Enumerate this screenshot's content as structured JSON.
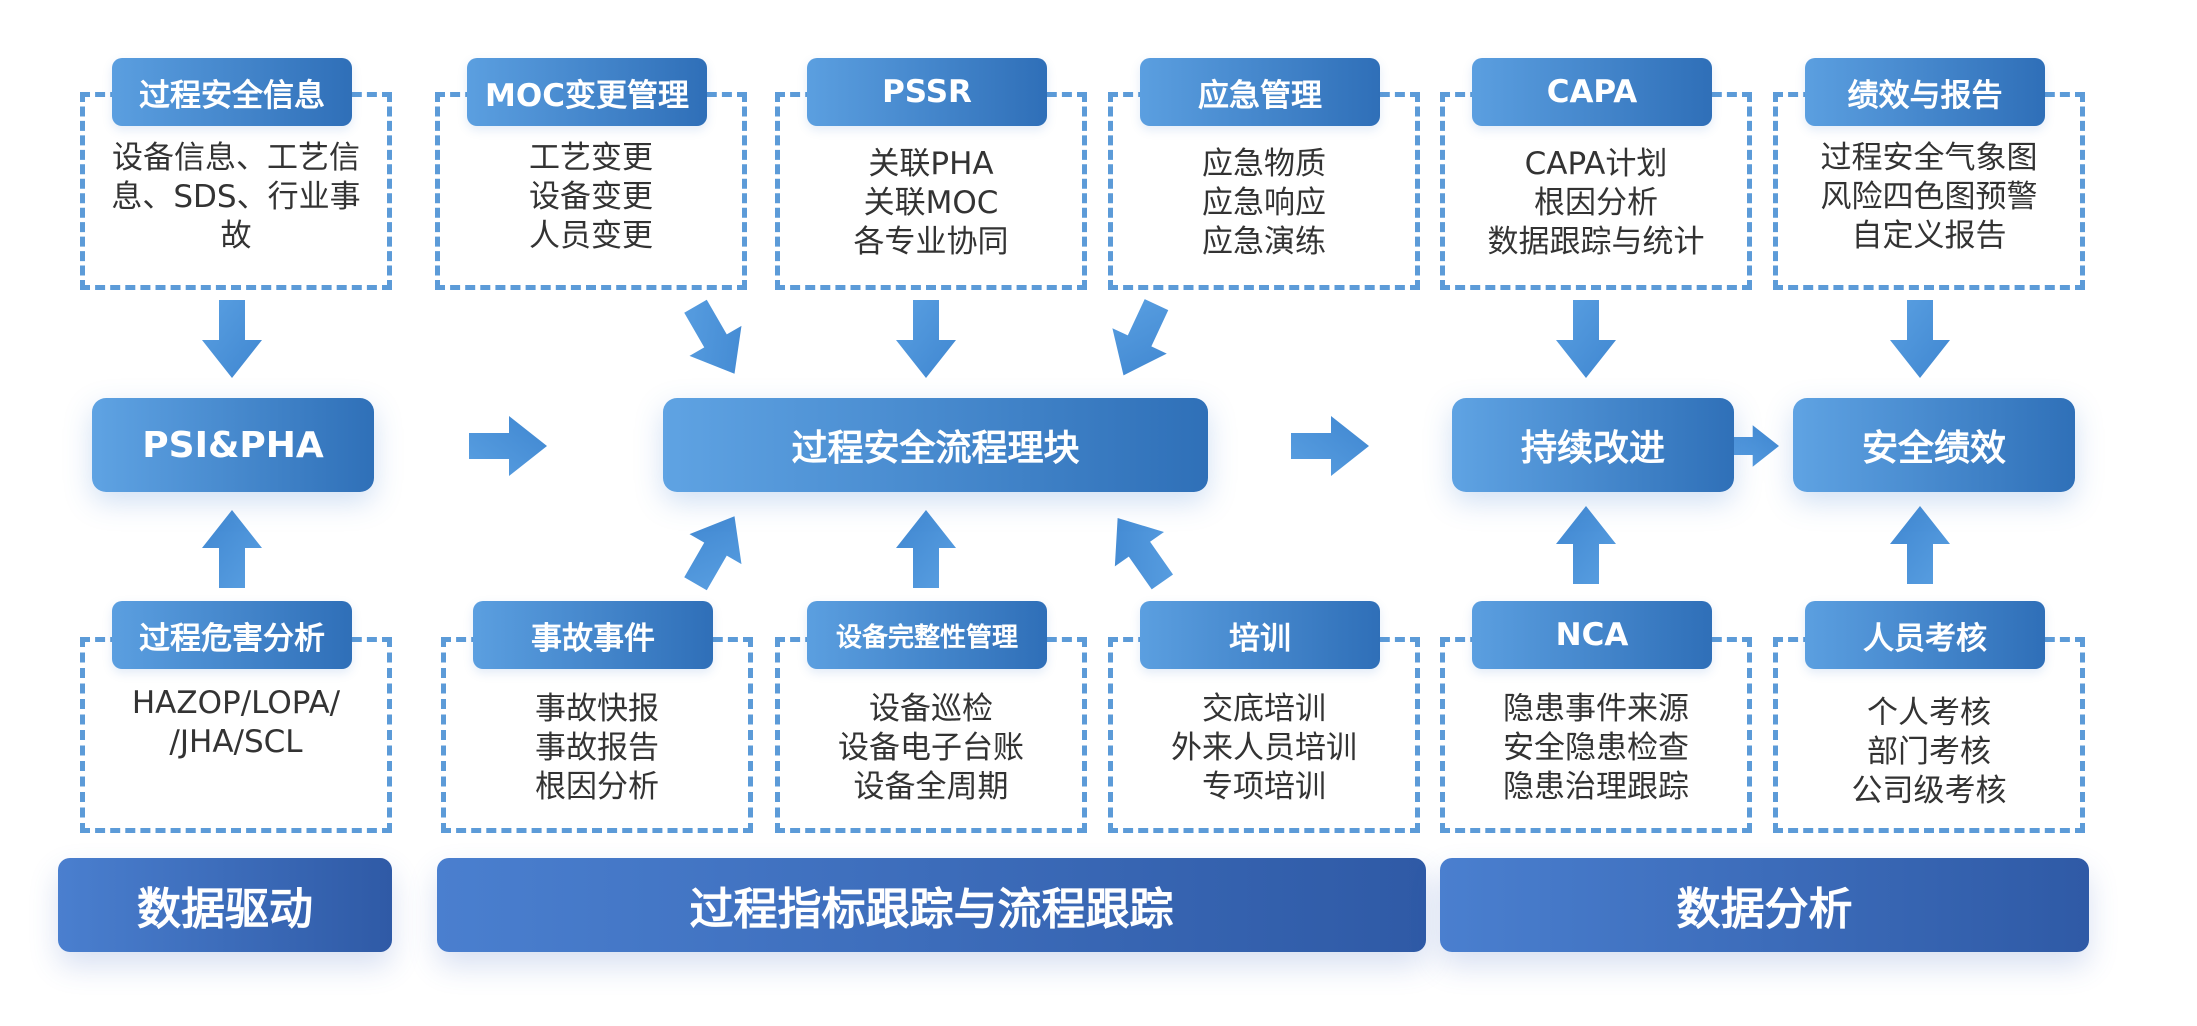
{
  "colors": {
    "accent": "#4a90d9",
    "dashed_border": "#5c9bd8",
    "band": "#3a6bc0",
    "text": "#333333"
  },
  "top_modules": [
    {
      "title": "过程安全信息",
      "body": "设备信息、工艺信\n息、SDS、行业事\n故"
    },
    {
      "title": "MOC变更管理",
      "body": "工艺变更\n设备变更\n人员变更"
    },
    {
      "title": "PSSR",
      "body": "关联PHA\n关联MOC\n各专业协同"
    },
    {
      "title": "应急管理",
      "body": "应急物质\n应急响应\n应急演练"
    },
    {
      "title": "CAPA",
      "body": "CAPA计划\n根因分析\n数据跟踪与统计"
    },
    {
      "title": "绩效与报告",
      "body": "过程安全气象图\n风险四色图预警\n自定义报告"
    }
  ],
  "bottom_modules": [
    {
      "title": "过程危害分析",
      "body": "HAZOP/LOPA/\n/JHA/SCL"
    },
    {
      "title": "事故事件",
      "body": "事故快报\n事故报告\n根因分析"
    },
    {
      "title": "设备完整性管理",
      "body": "设备巡检\n设备电子台账\n设备全周期"
    },
    {
      "title": "培训",
      "body": "交底培训\n外来人员培训\n专项培训"
    },
    {
      "title": "NCA",
      "body": "隐患事件来源\n安全隐患检查\n隐患治理跟踪"
    },
    {
      "title": "人员考核",
      "body": "个人考核\n部门考核\n公司级考核"
    }
  ],
  "center_nodes": {
    "psi_pha": "PSI&PHA",
    "process_module": "过程安全流程理块",
    "continuous_improvement": "持续改进",
    "safety_performance": "安全绩效"
  },
  "bands": {
    "data_driven": "数据驱动",
    "process_tracking": "过程指标跟踪与流程跟踪",
    "data_analysis": "数据分析"
  }
}
